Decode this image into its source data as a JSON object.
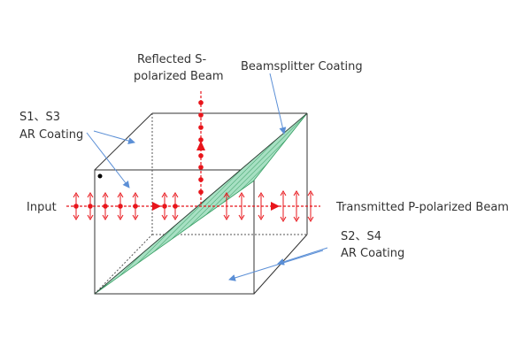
{
  "labels": {
    "reflected_line1": "Reflected S-",
    "reflected_line2": "polarized Beam",
    "beamsplitter_coating": "Beamsplitter Coating",
    "s1s3_line1": "S1、S3",
    "s1s3_line2": "AR Coating",
    "input": "Input",
    "transmitted": "Transmitted P-polarized Beam",
    "s2s4_line1": "S2、S4",
    "s2s4_line2": "AR Coating"
  },
  "colors": {
    "beam": "#e8151b",
    "pointer": "#5b8fd6",
    "coating_fill": "#a7e0c3",
    "coating_stroke": "#2f9b5e",
    "cube": "#333333"
  }
}
